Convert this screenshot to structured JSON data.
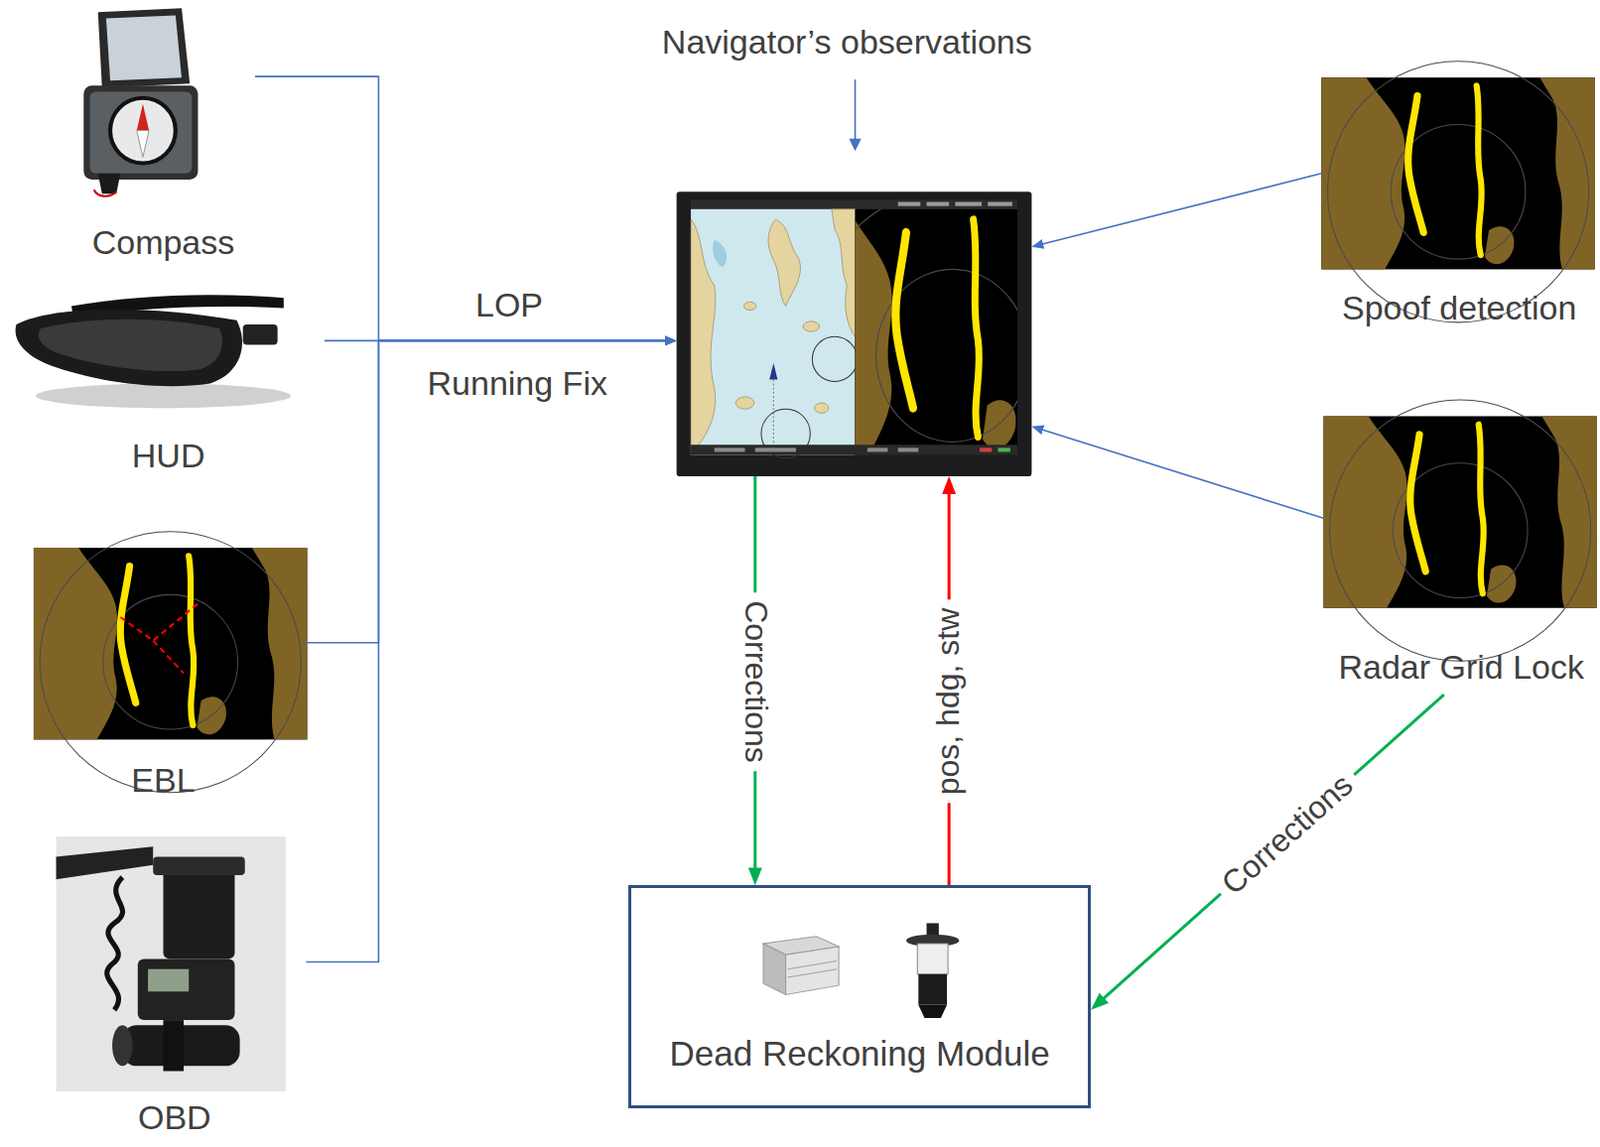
{
  "diagram": {
    "nodes": [
      {
        "text": [
          "Compass"
        ]
      },
      {
        "text": [
          "HUD"
        ]
      },
      {
        "text": [
          "EBL"
        ]
      },
      {
        "text": [
          "OBD"
        ]
      },
      {
        "text": []
      },
      {
        "text": [
          "Spoof detection"
        ]
      },
      {
        "text": [
          "Radar Grid Lock"
        ]
      },
      {
        "text": [
          "Dead Reckoning Module"
        ]
      }
    ],
    "edges": [
      {
        "from": 0,
        "to": 4,
        "arrow": "to"
      },
      {
        "from": 1,
        "to": 4,
        "arrow": "to"
      },
      {
        "from": 2,
        "to": 4,
        "arrow": "to"
      },
      {
        "from": 3,
        "to": 4,
        "arrow": "to"
      },
      {
        "from": 5,
        "to": 4,
        "arrow": "to"
      },
      {
        "from": 6,
        "to": 4,
        "arrow": "to"
      },
      {
        "from": 4,
        "to": 7,
        "label": "Corrections",
        "arrow": "to"
      },
      {
        "from": 7,
        "to": 4,
        "label": "pos, hdg, stw",
        "arrow": "to"
      },
      {
        "from": 6,
        "to": 7,
        "label": "Corrections",
        "arrow": "to"
      }
    ],
    "labels": [
      "Navigator’s observations",
      "LOP",
      "Running Fix"
    ]
  }
}
